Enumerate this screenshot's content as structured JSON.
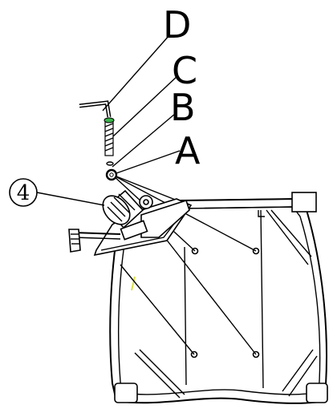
{
  "labels": {
    "d": "D",
    "c": "C",
    "b": "B",
    "a": "A",
    "callout": "4"
  },
  "colors": {
    "ink": "#000000",
    "spring_accent": "#3cb44b",
    "frame_accent": "#d7e04a"
  },
  "icons": {
    "hex_key": "l-shaped-allen-key-icon",
    "spring": "coil-spring-icon",
    "washer": "washer-ring-icon",
    "mechanism": "tilt-mechanism-icon",
    "lever": "adjustment-lever-icon"
  }
}
